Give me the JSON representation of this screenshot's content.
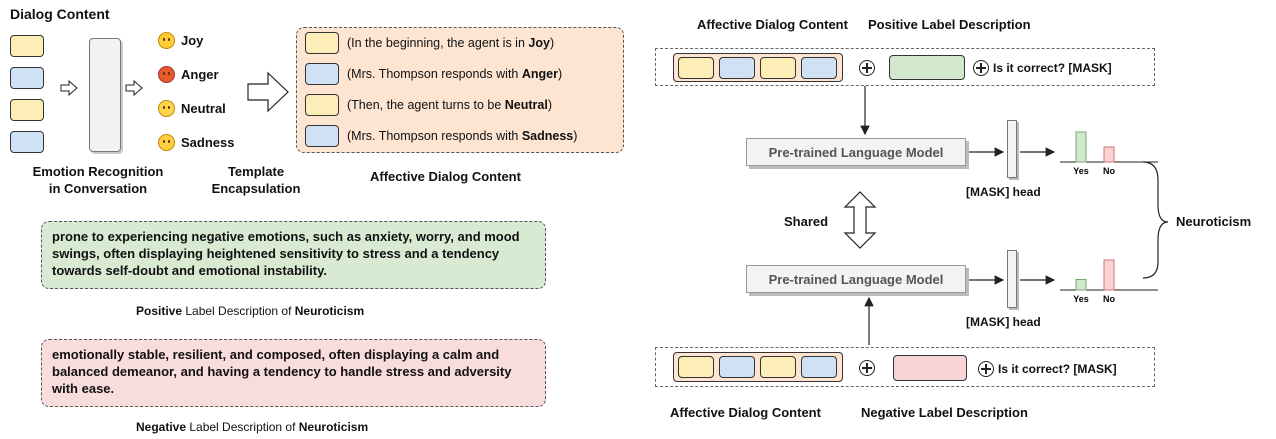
{
  "left": {
    "dialog_content_title": "Dialog Content",
    "erc_label_line1": "Emotion Recognition",
    "erc_label_line2": "in Conversation",
    "template_label_line1": "Template",
    "template_label_line2": "Encapsulation",
    "affective_label": "Affective Dialog Content",
    "emotions": [
      {
        "name": "Joy",
        "icon": "joy-emoji-icon"
      },
      {
        "name": "Anger",
        "icon": "angry-emoji-icon"
      },
      {
        "name": "Neutral",
        "icon": "neutral-emoji-icon"
      },
      {
        "name": "Sadness",
        "icon": "sad-emoji-icon"
      }
    ],
    "templates": [
      {
        "prefix": "(In the beginning, the agent is in ",
        "emotion": "Joy",
        "suffix": ")"
      },
      {
        "prefix": "(Mrs. Thompson responds with ",
        "emotion": "Anger",
        "suffix": ")"
      },
      {
        "prefix": "(Then, the agent turns to be ",
        "emotion": "Neutral",
        "suffix": ")"
      },
      {
        "prefix": "(Mrs. Thompson responds with ",
        "emotion": "Sadness",
        "suffix": ")"
      }
    ],
    "positive_desc": "prone to experiencing negative emotions, such as anxiety, worry, and mood swings, often displaying heightened sensitivity to stress and a tendency towards self-doubt and emotional instability.",
    "positive_caption": {
      "bold1": "Positive",
      "mid": " Label Description of ",
      "bold2": "Neuroticism"
    },
    "negative_desc": "emotionally stable, resilient, and composed, often displaying a calm and balanced demeanor, and having a tendency to handle stress and adversity with ease.",
    "negative_caption": {
      "bold1": "Negative",
      "mid": " Label Description of ",
      "bold2": "Neuroticism"
    }
  },
  "right": {
    "top_affective": "Affective Dialog Content",
    "top_positive": "Positive Label Description",
    "question": "Is it correct? [MASK]",
    "plm_label": "Pre-trained Language Model",
    "mask_head": "[MASK] head",
    "shared": "Shared",
    "neuroticism": "Neuroticism",
    "bottom_affective": "Affective Dialog Content",
    "bottom_negative": "Negative Label Description",
    "top_chart": {
      "categories": [
        "Yes",
        "No"
      ],
      "values": [
        1.0,
        0.5
      ]
    },
    "bottom_chart": {
      "categories": [
        "Yes",
        "No"
      ],
      "values": [
        0.35,
        1.0
      ]
    }
  },
  "colors": {
    "yellow": "#fdeeb8",
    "blue": "#cfe2f5",
    "green": "#d2e8cd",
    "pink": "#f8d4d4",
    "orange_box": "#fde5d2"
  }
}
